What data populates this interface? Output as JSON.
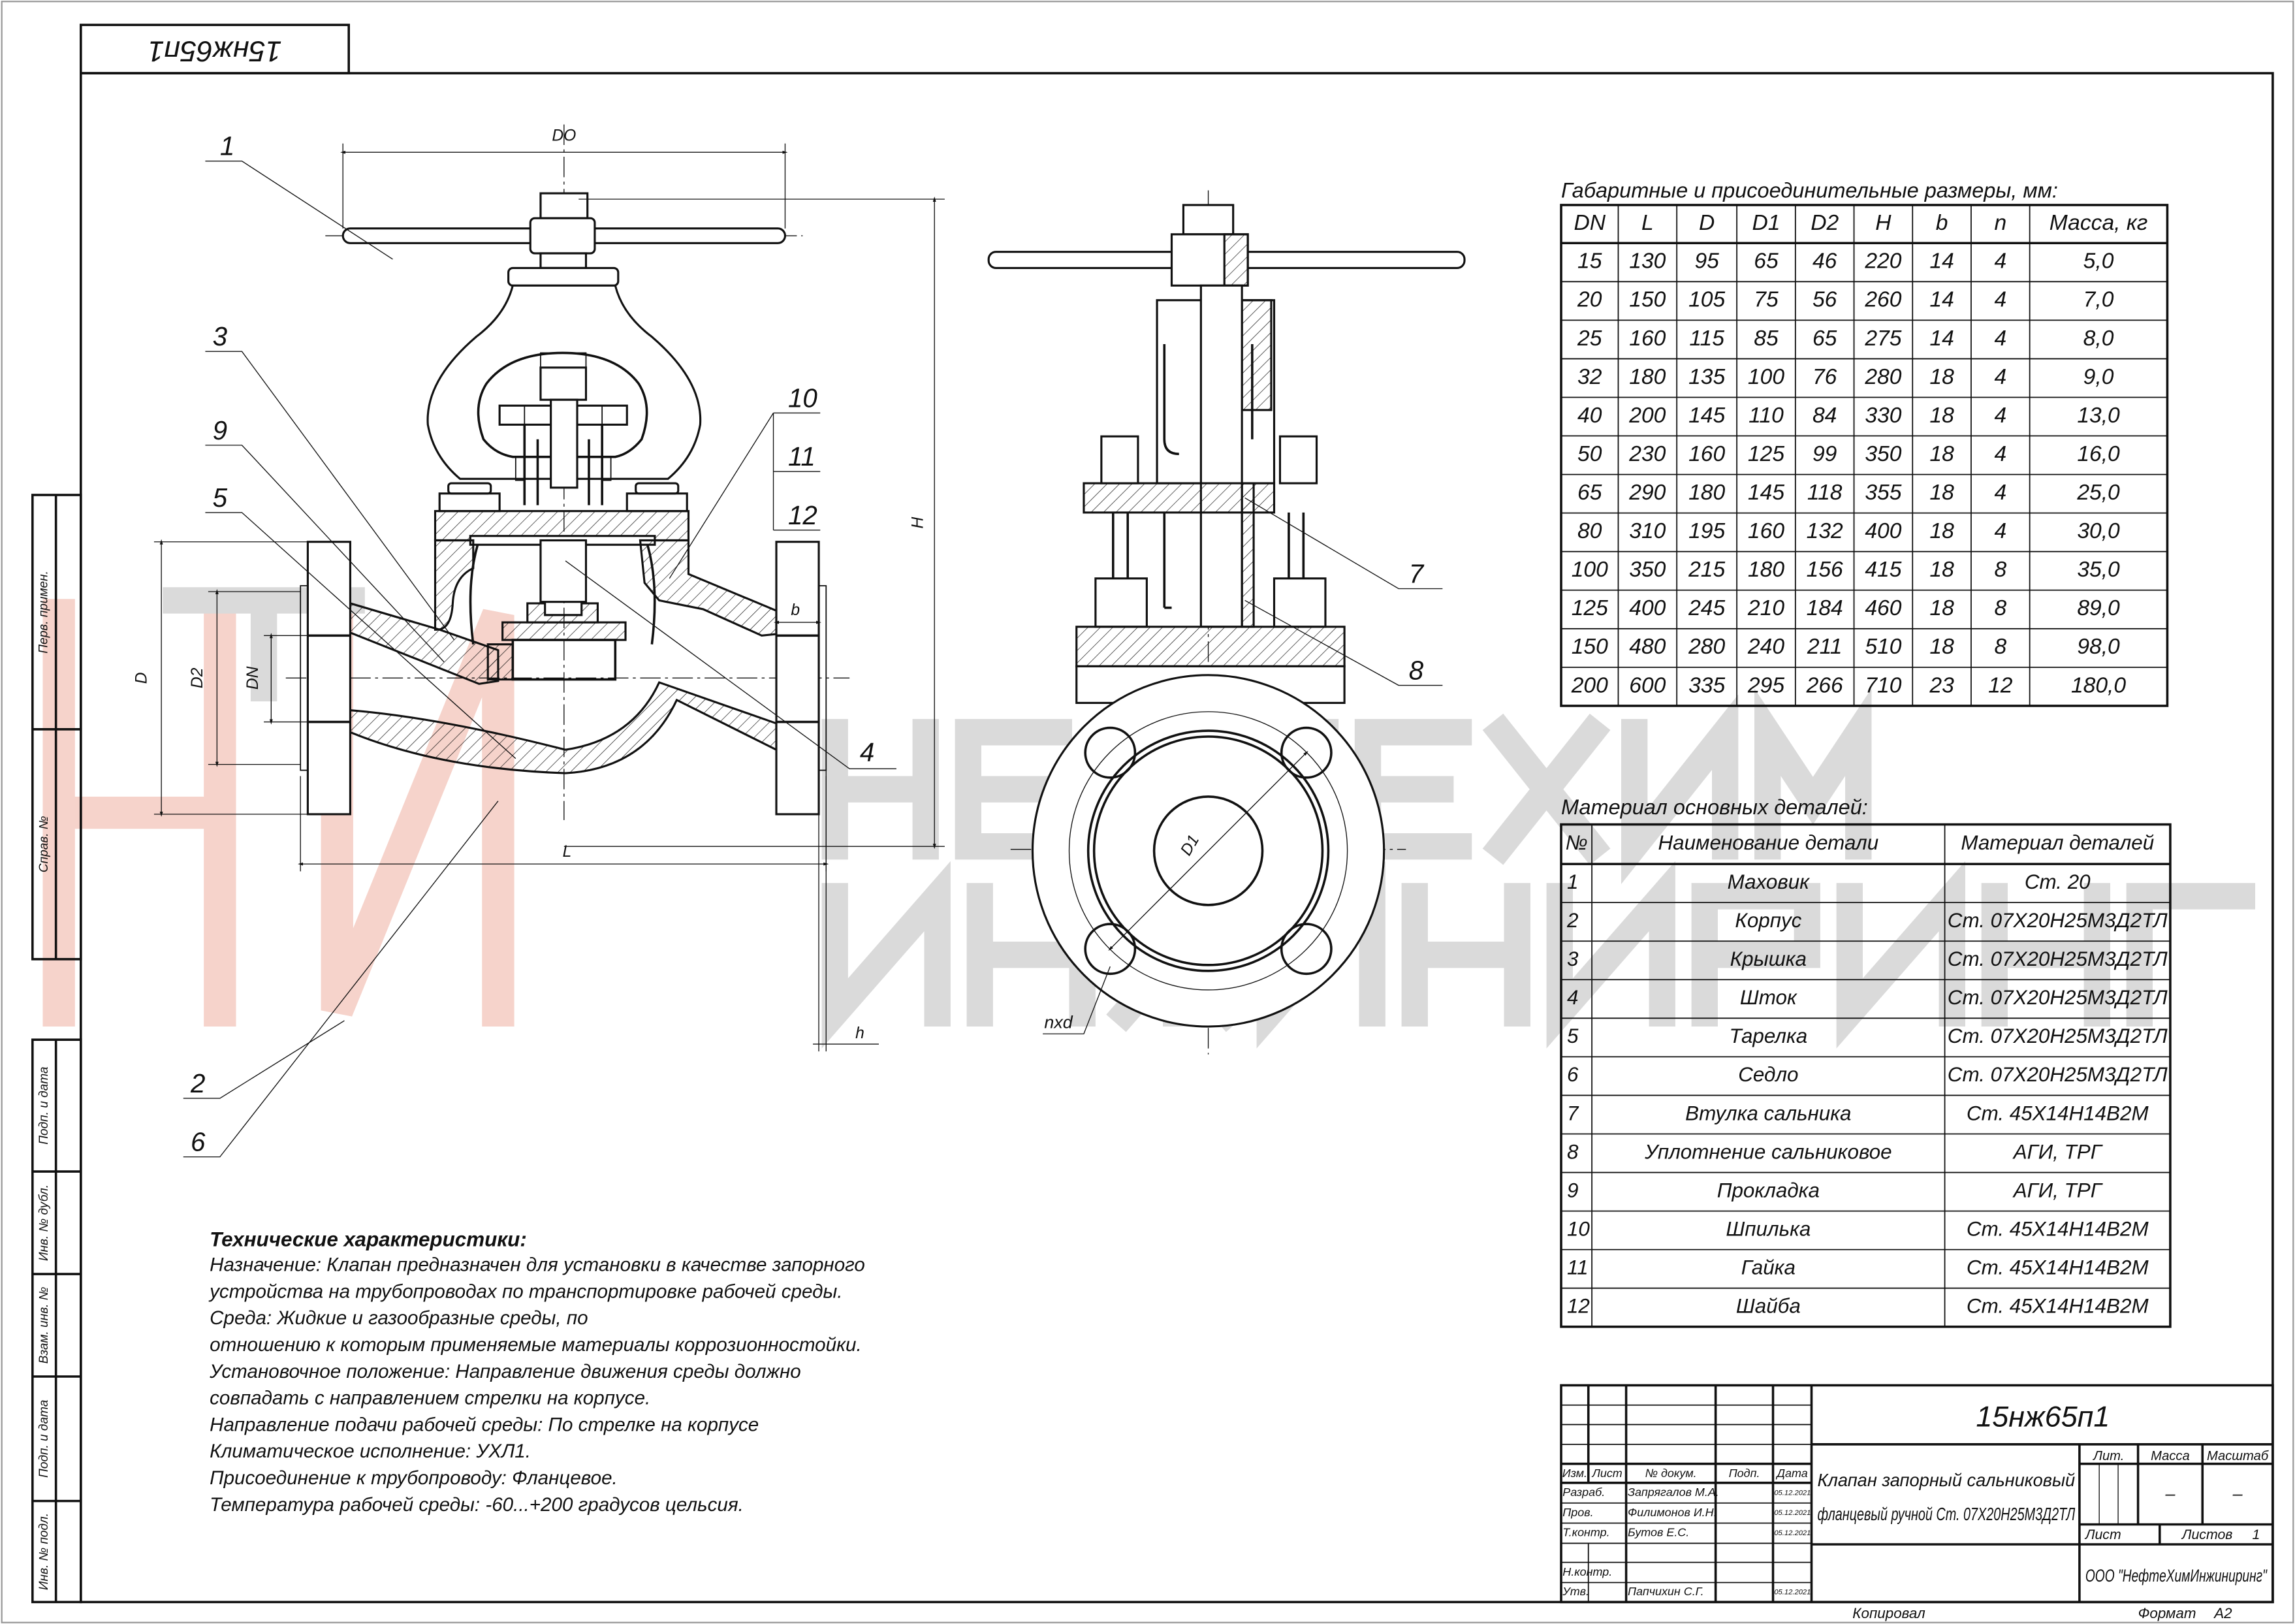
{
  "sheet": {
    "designation_rotated": "15нж65п1",
    "side_strip": [
      "Перв. примен.",
      "Справ. №",
      "Подп. и дата",
      "Инв. № дубл.",
      "Взам. инв. №",
      "Подп. и дата",
      "Инв. № подл."
    ]
  },
  "watermark": {
    "line1": "НЕФТЕХИМ",
    "line2": "ИНЖИНИРИНГ",
    "logo_letters": "НИТ"
  },
  "drawing": {
    "callouts": [
      "1",
      "2",
      "3",
      "4",
      "5",
      "6",
      "7",
      "8",
      "9",
      "10",
      "11",
      "12"
    ],
    "dims": {
      "DO": "DO",
      "H": "H",
      "L": "L",
      "D": "D",
      "D2": "D2",
      "DN": "DN",
      "b": "b",
      "h": "h",
      "D1": "D1",
      "nxd": "nxd"
    }
  },
  "dimensions_table": {
    "title": "Габаритные и присоединительные размеры, мм:",
    "headers": [
      "DN",
      "L",
      "D",
      "D1",
      "D2",
      "H",
      "b",
      "n",
      "Масса, кг"
    ],
    "rows": [
      [
        "15",
        "130",
        "95",
        "65",
        "46",
        "220",
        "14",
        "4",
        "5,0"
      ],
      [
        "20",
        "150",
        "105",
        "75",
        "56",
        "260",
        "14",
        "4",
        "7,0"
      ],
      [
        "25",
        "160",
        "115",
        "85",
        "65",
        "275",
        "14",
        "4",
        "8,0"
      ],
      [
        "32",
        "180",
        "135",
        "100",
        "76",
        "280",
        "18",
        "4",
        "9,0"
      ],
      [
        "40",
        "200",
        "145",
        "110",
        "84",
        "330",
        "18",
        "4",
        "13,0"
      ],
      [
        "50",
        "230",
        "160",
        "125",
        "99",
        "350",
        "18",
        "4",
        "16,0"
      ],
      [
        "65",
        "290",
        "180",
        "145",
        "118",
        "355",
        "18",
        "4",
        "25,0"
      ],
      [
        "80",
        "310",
        "195",
        "160",
        "132",
        "400",
        "18",
        "4",
        "30,0"
      ],
      [
        "100",
        "350",
        "215",
        "180",
        "156",
        "415",
        "18",
        "8",
        "35,0"
      ],
      [
        "125",
        "400",
        "245",
        "210",
        "184",
        "460",
        "18",
        "8",
        "89,0"
      ],
      [
        "150",
        "480",
        "280",
        "240",
        "211",
        "510",
        "18",
        "8",
        "98,0"
      ],
      [
        "200",
        "600",
        "335",
        "295",
        "266",
        "710",
        "23",
        "12",
        "180,0"
      ]
    ]
  },
  "materials_table": {
    "title": "Материал основных деталей:",
    "headers": [
      "№",
      "Наименование детали",
      "Материал деталей"
    ],
    "rows": [
      [
        "1",
        "Маховик",
        "Ст. 20"
      ],
      [
        "2",
        "Корпус",
        "Ст. 07Х20Н25М3Д2ТЛ"
      ],
      [
        "3",
        "Крышка",
        "Ст. 07Х20Н25М3Д2ТЛ"
      ],
      [
        "4",
        "Шток",
        "Ст. 07Х20Н25М3Д2ТЛ"
      ],
      [
        "5",
        "Тарелка",
        "Ст. 07Х20Н25М3Д2ТЛ"
      ],
      [
        "6",
        "Седло",
        "Ст. 07Х20Н25М3Д2ТЛ"
      ],
      [
        "7",
        "Втулка сальника",
        "Ст. 45Х14Н14В2М"
      ],
      [
        "8",
        "Уплотнение сальниковое",
        "АГИ, ТРГ"
      ],
      [
        "9",
        "Прокладка",
        "АГИ, ТРГ"
      ],
      [
        "10",
        "Шпилька",
        "Ст. 45Х14Н14В2М"
      ],
      [
        "11",
        "Гайка",
        "Ст. 45Х14Н14В2М"
      ],
      [
        "12",
        "Шайба",
        "Ст. 45Х14Н14В2М"
      ]
    ]
  },
  "tech": {
    "heading": "Технические характеристики:",
    "lines": [
      "Назначение: Клапан предназначен для установки в качестве запорного",
      "устройства на трубопроводах по транспортировке рабочей среды.",
      "Среда: Жидкие и газообразные среды, по",
      "отношению к которым применяемые материалы коррозионностойки.",
      "Установочное положение: Направление движения среды должно",
      "совпадать с направлением стрелки на корпусе.",
      "Направление подачи рабочей среды: По стрелке на корпусе",
      "Климатическое исполнение: УХЛ1.",
      "Присоединение к трубопроводу: Фланцевое.",
      "Температура рабочей среды: -60...+200 градусов цельсия."
    ]
  },
  "stamp": {
    "designation": "15нж65п1",
    "name_line1": "Клапан запорный сальниковый",
    "name_line2": "фланцевый ручной Ст. 07Х20Н25М3Д2ТЛ",
    "headers": [
      "Изм.",
      "Лист",
      "№ докум.",
      "Подп.",
      "Дата"
    ],
    "roles": [
      {
        "role": "Разраб.",
        "name": "Запрягалов М.А.",
        "date": "05.12.2021"
      },
      {
        "role": "Пров.",
        "name": "Филимонов И.Н.",
        "date": "05.12.2021"
      },
      {
        "role": "Т.контр.",
        "name": "Бутов Е.С.",
        "date": "05.12.2021"
      },
      {
        "role": "",
        "name": "",
        "date": ""
      },
      {
        "role": "Н.контр.",
        "name": "",
        "date": ""
      },
      {
        "role": "Утв.",
        "name": "Папчихин С.Г.",
        "date": "05.12.2021"
      }
    ],
    "lit_label": "Лит.",
    "mass_label": "Масса",
    "scale_label": "Масштаб",
    "mass_value": "–",
    "scale_value": "–",
    "sheet_label": "Лист",
    "sheets_label": "Листов",
    "sheets_value": "1",
    "company": "ООО \"НефтеХимИнжиниринг\"",
    "copied": "Копировал",
    "format_label": "Формат",
    "format_value": "А2"
  }
}
